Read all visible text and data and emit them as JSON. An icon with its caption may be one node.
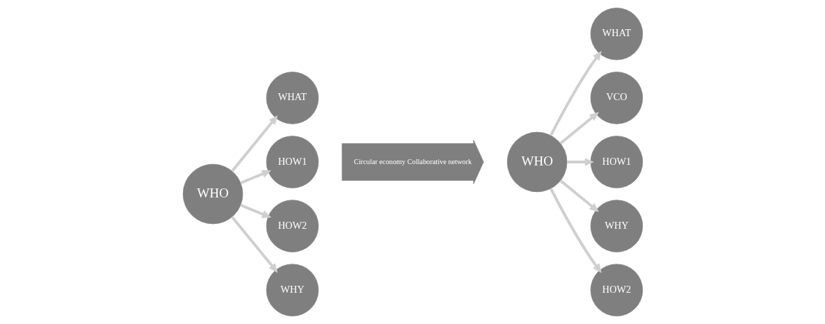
{
  "diagram": {
    "nodes": [
      {
        "text": [
          "WHO"
        ]
      },
      {
        "text": [
          "WHAT"
        ]
      },
      {
        "text": [
          "HOW1"
        ]
      },
      {
        "text": [
          "HOW2"
        ]
      },
      {
        "text": [
          "WHY"
        ]
      },
      {
        "text": [
          "Circular economy Collaborative network"
        ]
      },
      {
        "text": [
          "WHO"
        ]
      },
      {
        "text": [
          "WHAT"
        ]
      },
      {
        "text": [
          "VCO"
        ]
      },
      {
        "text": [
          "HOW1"
        ]
      },
      {
        "text": [
          "WHY"
        ]
      },
      {
        "text": [
          "HOW2"
        ]
      }
    ],
    "edges": [
      {
        "from": 0,
        "to": 1,
        "arrow": "to"
      },
      {
        "from": 0,
        "to": 2,
        "arrow": "to"
      },
      {
        "from": 0,
        "to": 3,
        "arrow": "to"
      },
      {
        "from": 0,
        "to": 4,
        "arrow": "to"
      },
      {
        "from": 6,
        "to": 7,
        "arrow": "to"
      },
      {
        "from": 6,
        "to": 8,
        "arrow": "to"
      },
      {
        "from": 6,
        "to": 9,
        "arrow": "to"
      },
      {
        "from": 6,
        "to": 10,
        "arrow": "to"
      },
      {
        "from": 6,
        "to": 11,
        "arrow": "to"
      }
    ]
  }
}
